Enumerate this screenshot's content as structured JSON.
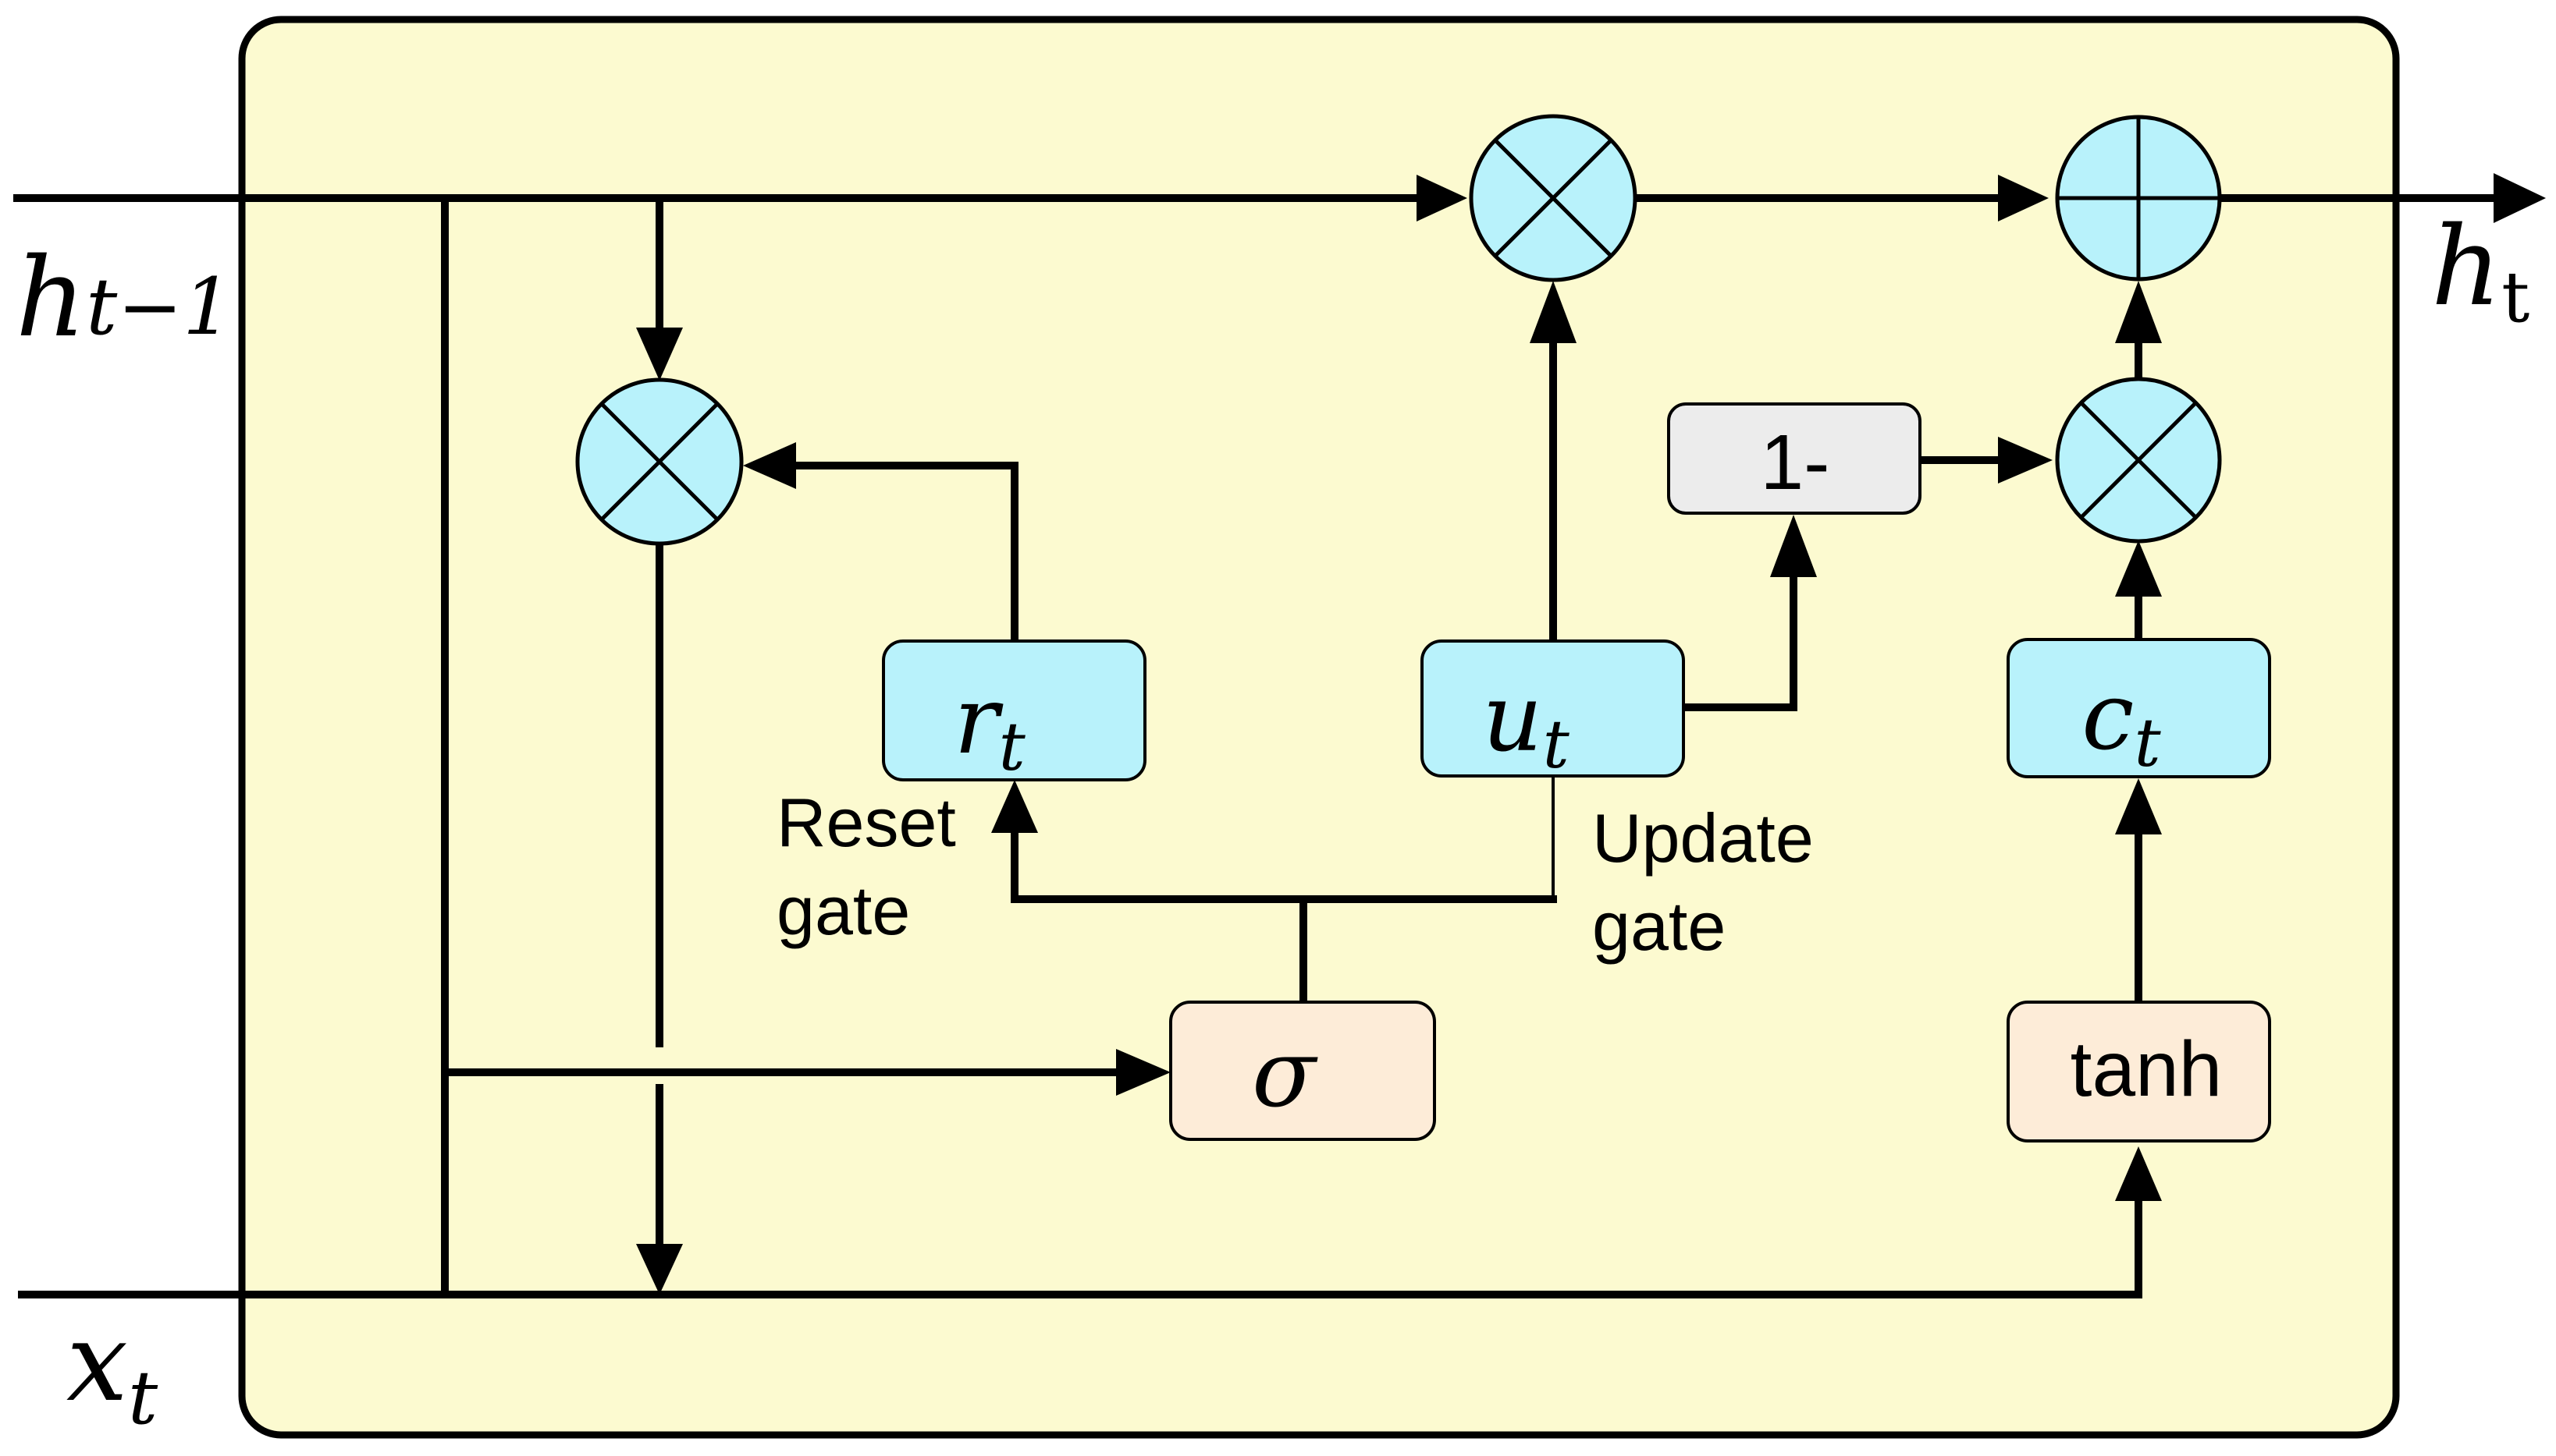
{
  "inputs": {
    "h_prev": {
      "base": "h",
      "sub": "t−1"
    },
    "x": {
      "base": "x",
      "sub": "t"
    }
  },
  "output": {
    "base": "h",
    "sub": "t"
  },
  "boxes": {
    "reset": {
      "base": "r",
      "sub": "t"
    },
    "update": {
      "base": "u",
      "sub": "t"
    },
    "candidate": {
      "base": "c",
      "sub": "t"
    },
    "sigma": "σ",
    "tanh": "tanh",
    "one_minus": "1-"
  },
  "labels": {
    "reset_gate_line1": "Reset",
    "reset_gate_line2": "gate",
    "update_gate_line1": "Update",
    "update_gate_line2": "gate"
  },
  "colors": {
    "cell_fill": "#fcfad0",
    "gate_fill": "#b8f2fb",
    "activation_fill": "#fdecd8",
    "one_minus_fill": "#ececec",
    "operator_fill": "#b8f2fb"
  }
}
